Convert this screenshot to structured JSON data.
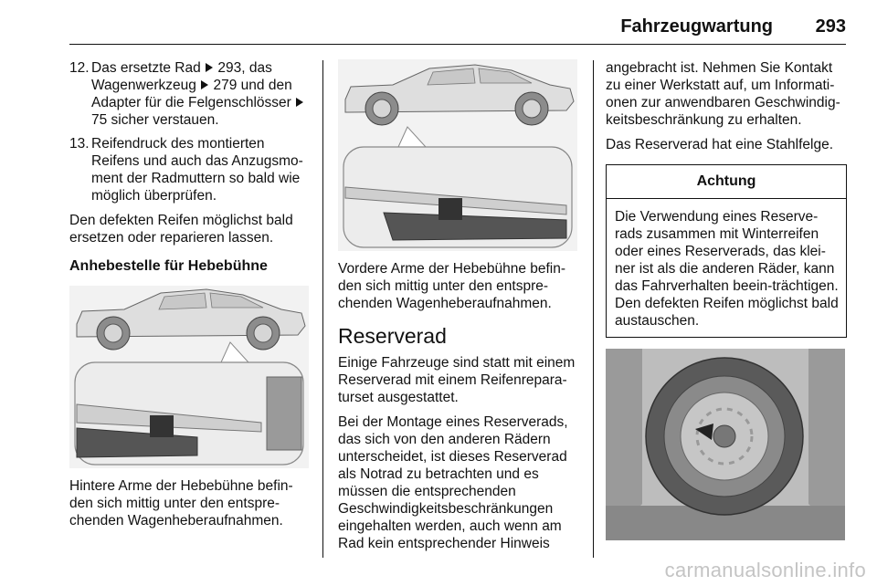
{
  "header": {
    "title": "Fahrzeugwartung",
    "page_number": "293"
  },
  "left_column": {
    "steps": [
      {
        "number": "12.",
        "text_before": "Das ersetzte Rad",
        "ref1": "293, das Wagenwerkzeug",
        "ref2": "279 und den Adapter für die Felgenschlösser",
        "ref3": "75 sicher verstauen."
      },
      {
        "number": "13.",
        "text": "Reifendruck des montierten Reifens und auch das Anzugsmo-ment der Radmuttern so bald wie möglich überprüfen."
      }
    ],
    "para_replace": "Den defekten Reifen möglichst bald ersetzen oder reparieren lassen.",
    "heading_lift": "Anhebestelle für Hebebühne",
    "caption_rear": "Hintere Arme der Hebebühne befin-den sich mittig unter den entspre-chenden Wagenheberaufnahmen."
  },
  "middle_column": {
    "caption_front": "Vordere Arme der Hebebühne befin-den sich mittig unter den entspre-chenden Wagenheberaufnahmen.",
    "heading_spare": "Reserverad",
    "para_intro": "Einige Fahrzeuge sind statt mit einem Reserverad mit einem Reifenrepara-turset ausgestattet.",
    "para_mount": "Bei der Montage eines Reserverads, das sich von den anderen Rädern unterscheidet, ist dieses Reserverad als Notrad zu betrachten und es müssen die entsprechenden Geschwindigkeitsbeschränkungen eingehalten werden, auch wenn am Rad kein entsprechender Hinweis"
  },
  "right_column": {
    "para_cont": "angebracht ist. Nehmen Sie Kontakt zu einer Werkstatt auf, um Informati-onen zur anwendbaren Geschwindig-keitsbeschränkung zu erhalten.",
    "para_steel": "Das Reserverad hat eine Stahlfelge.",
    "warning": {
      "title": "Achtung",
      "body": "Die Verwendung eines Reserve-rads zusammen mit Winterreifen oder eines Reserverads, das klei-ner ist als die anderen Räder, kann das Fahrverhalten beein-trächtigen. Den defekten Reifen möglichst bald austauschen."
    }
  },
  "watermark": "carmanualsonline.info"
}
